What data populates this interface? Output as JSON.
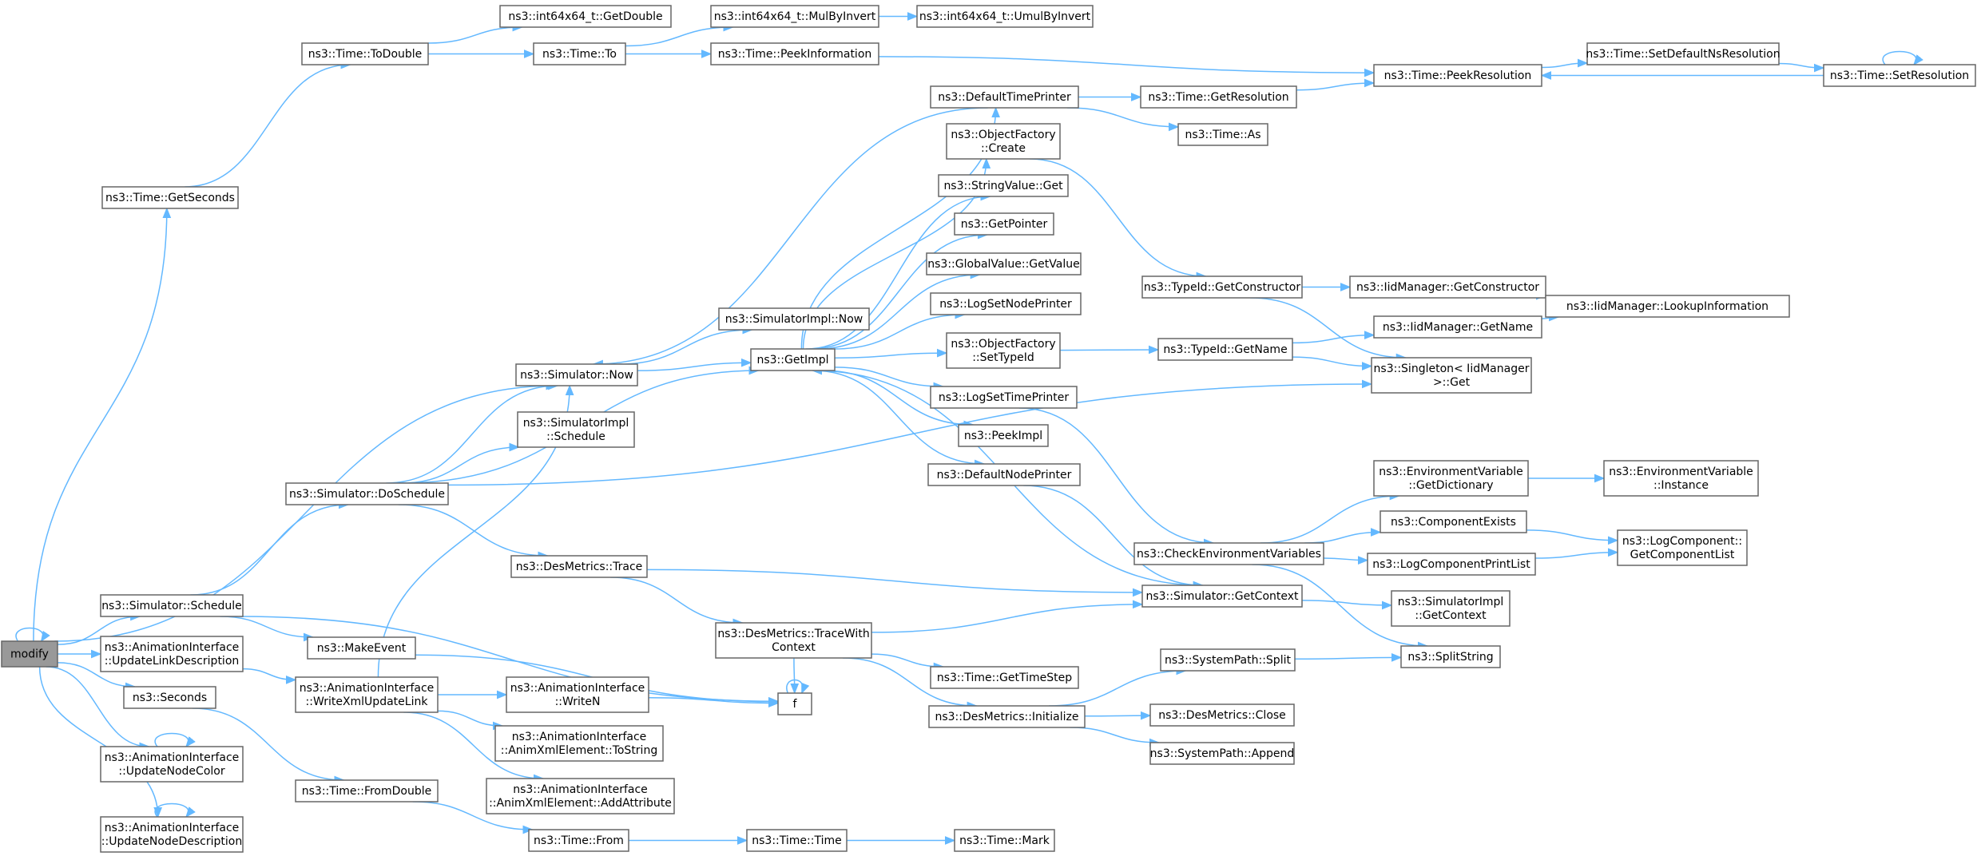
{
  "colors": {
    "edge": "#63b8ff",
    "node_border": "#666666",
    "root_fill": "#999999",
    "node_fill": "#ffffff"
  },
  "nodes": [
    {
      "id": "modify",
      "lines": [
        "modify"
      ],
      "root": true
    },
    {
      "id": "getSeconds",
      "lines": [
        "ns3::Time::GetSeconds"
      ]
    },
    {
      "id": "toDouble",
      "lines": [
        "ns3::Time::ToDouble"
      ]
    },
    {
      "id": "i64GetDouble",
      "lines": [
        "ns3::int64x64_t::GetDouble"
      ]
    },
    {
      "id": "timeTo",
      "lines": [
        "ns3::Time::To"
      ]
    },
    {
      "id": "mulByInvert",
      "lines": [
        "ns3::int64x64_t::MulByInvert"
      ]
    },
    {
      "id": "umulByInvert",
      "lines": [
        "ns3::int64x64_t::UmulByInvert"
      ]
    },
    {
      "id": "peekInformation",
      "lines": [
        "ns3::Time::PeekInformation"
      ]
    },
    {
      "id": "peekResolution",
      "lines": [
        "ns3::Time::PeekResolution"
      ]
    },
    {
      "id": "setDefaultNsRes",
      "lines": [
        "ns3::Time::SetDefaultNsResolution"
      ]
    },
    {
      "id": "setResolution",
      "lines": [
        "ns3::Time::SetResolution"
      ]
    },
    {
      "id": "defaultTimePrinter",
      "lines": [
        "ns3::DefaultTimePrinter"
      ]
    },
    {
      "id": "getResolution",
      "lines": [
        "ns3::Time::GetResolution"
      ]
    },
    {
      "id": "timeAs",
      "lines": [
        "ns3::Time::As"
      ]
    },
    {
      "id": "ofCreate",
      "lines": [
        "ns3::ObjectFactory",
        "::Create"
      ]
    },
    {
      "id": "stringValueGet",
      "lines": [
        "ns3::StringValue::Get"
      ]
    },
    {
      "id": "getPointer",
      "lines": [
        "ns3::GetPointer"
      ]
    },
    {
      "id": "globalValueGet",
      "lines": [
        "ns3::GlobalValue::GetValue"
      ]
    },
    {
      "id": "typeIdGetCtor",
      "lines": [
        "ns3::TypeId::GetConstructor"
      ]
    },
    {
      "id": "iidGetCtor",
      "lines": [
        "ns3::IidManager::GetConstructor"
      ]
    },
    {
      "id": "iidLookup",
      "lines": [
        "ns3::IidManager::LookupInformation"
      ]
    },
    {
      "id": "logSetNodePrinter",
      "lines": [
        "ns3::LogSetNodePrinter"
      ]
    },
    {
      "id": "simImplNow",
      "lines": [
        "ns3::SimulatorImpl::Now"
      ]
    },
    {
      "id": "getImpl",
      "lines": [
        "ns3::GetImpl"
      ]
    },
    {
      "id": "simNow",
      "lines": [
        "ns3::Simulator::Now"
      ]
    },
    {
      "id": "ofSetTypeId",
      "lines": [
        "ns3::ObjectFactory",
        "::SetTypeId"
      ]
    },
    {
      "id": "typeIdGetName",
      "lines": [
        "ns3::TypeId::GetName"
      ]
    },
    {
      "id": "iidGetName",
      "lines": [
        "ns3::IidManager::GetName"
      ]
    },
    {
      "id": "singletonGet",
      "lines": [
        "ns3::Singleton< IidManager",
        " >::Get"
      ]
    },
    {
      "id": "logSetTimePrinter",
      "lines": [
        "ns3::LogSetTimePrinter"
      ]
    },
    {
      "id": "simImplSchedule",
      "lines": [
        "ns3::SimulatorImpl",
        "::Schedule"
      ]
    },
    {
      "id": "peekImpl",
      "lines": [
        "ns3::PeekImpl"
      ]
    },
    {
      "id": "defaultNodePrinter",
      "lines": [
        "ns3::DefaultNodePrinter"
      ]
    },
    {
      "id": "envGetDict",
      "lines": [
        "ns3::EnvironmentVariable",
        "::GetDictionary"
      ]
    },
    {
      "id": "envInstance",
      "lines": [
        "ns3::EnvironmentVariable",
        "::Instance"
      ]
    },
    {
      "id": "simDoSchedule",
      "lines": [
        "ns3::Simulator::DoSchedule"
      ]
    },
    {
      "id": "componentExists",
      "lines": [
        "ns3::ComponentExists"
      ]
    },
    {
      "id": "logCompGetList",
      "lines": [
        "ns3::LogComponent::",
        "GetComponentList"
      ]
    },
    {
      "id": "checkEnvVars",
      "lines": [
        "ns3::CheckEnvironmentVariables"
      ]
    },
    {
      "id": "logCompPrintList",
      "lines": [
        "ns3::LogComponentPrintList"
      ]
    },
    {
      "id": "desTrace",
      "lines": [
        "ns3::DesMetrics::Trace"
      ]
    },
    {
      "id": "simGetContext",
      "lines": [
        "ns3::Simulator::GetContext"
      ]
    },
    {
      "id": "simImplGetContext",
      "lines": [
        "ns3::SimulatorImpl",
        "::GetContext"
      ]
    },
    {
      "id": "simSchedule",
      "lines": [
        "ns3::Simulator::Schedule"
      ]
    },
    {
      "id": "desTraceWithCtx",
      "lines": [
        "ns3::DesMetrics::TraceWith",
        "Context"
      ]
    },
    {
      "id": "makeEvent",
      "lines": [
        "ns3::MakeEvent"
      ]
    },
    {
      "id": "aiUpdateLinkDesc",
      "lines": [
        "ns3::AnimationInterface",
        "::UpdateLinkDescription"
      ]
    },
    {
      "id": "splitString",
      "lines": [
        "ns3::SplitString"
      ]
    },
    {
      "id": "sysPathSplit",
      "lines": [
        "ns3::SystemPath::Split"
      ]
    },
    {
      "id": "getTimeStep",
      "lines": [
        "ns3::Time::GetTimeStep"
      ]
    },
    {
      "id": "aiWriteXmlUpdateLink",
      "lines": [
        "ns3::AnimationInterface",
        "::WriteXmlUpdateLink"
      ]
    },
    {
      "id": "aiWriteN",
      "lines": [
        "ns3::AnimationInterface",
        "::WriteN"
      ]
    },
    {
      "id": "f",
      "lines": [
        "f"
      ]
    },
    {
      "id": "seconds",
      "lines": [
        "ns3::Seconds"
      ]
    },
    {
      "id": "desInitialize",
      "lines": [
        "ns3::DesMetrics::Initialize"
      ]
    },
    {
      "id": "desClose",
      "lines": [
        "ns3::DesMetrics::Close"
      ]
    },
    {
      "id": "aiToString",
      "lines": [
        "ns3::AnimationInterface",
        "::AnimXmlElement::ToString"
      ]
    },
    {
      "id": "sysPathAppend",
      "lines": [
        "ns3::SystemPath::Append"
      ]
    },
    {
      "id": "aiUpdateNodeColor",
      "lines": [
        "ns3::AnimationInterface",
        "::UpdateNodeColor"
      ]
    },
    {
      "id": "fromDouble",
      "lines": [
        "ns3::Time::FromDouble"
      ]
    },
    {
      "id": "aiAddAttribute",
      "lines": [
        "ns3::AnimationInterface",
        "::AnimXmlElement::AddAttribute"
      ]
    },
    {
      "id": "aiUpdateNodeDesc",
      "lines": [
        "ns3::AnimationInterface",
        "::UpdateNodeDescription"
      ]
    },
    {
      "id": "timeFrom",
      "lines": [
        "ns3::Time::From"
      ]
    },
    {
      "id": "timeTime",
      "lines": [
        "ns3::Time::Time"
      ]
    },
    {
      "id": "timeMark",
      "lines": [
        "ns3::Time::Mark"
      ]
    }
  ],
  "edges": [
    [
      "modify",
      "modify"
    ],
    [
      "modify",
      "getSeconds"
    ],
    [
      "modify",
      "simNow"
    ],
    [
      "modify",
      "simSchedule"
    ],
    [
      "modify",
      "aiUpdateLinkDesc"
    ],
    [
      "modify",
      "seconds"
    ],
    [
      "modify",
      "aiUpdateNodeColor"
    ],
    [
      "modify",
      "aiUpdateNodeDesc"
    ],
    [
      "getSeconds",
      "toDouble"
    ],
    [
      "toDouble",
      "i64GetDouble"
    ],
    [
      "toDouble",
      "timeTo"
    ],
    [
      "timeTo",
      "mulByInvert"
    ],
    [
      "timeTo",
      "peekInformation"
    ],
    [
      "mulByInvert",
      "umulByInvert"
    ],
    [
      "peekInformation",
      "peekResolution"
    ],
    [
      "peekResolution",
      "setDefaultNsRes"
    ],
    [
      "setDefaultNsRes",
      "setResolution"
    ],
    [
      "setResolution",
      "peekResolution"
    ],
    [
      "setResolution",
      "setResolution"
    ],
    [
      "simNow",
      "simImplNow"
    ],
    [
      "simNow",
      "getImpl"
    ],
    [
      "getImpl",
      "defaultTimePrinter"
    ],
    [
      "getImpl",
      "ofCreate"
    ],
    [
      "getImpl",
      "stringValueGet"
    ],
    [
      "getImpl",
      "getPointer"
    ],
    [
      "getImpl",
      "globalValueGet"
    ],
    [
      "getImpl",
      "logSetNodePrinter"
    ],
    [
      "getImpl",
      "ofSetTypeId"
    ],
    [
      "getImpl",
      "logSetTimePrinter"
    ],
    [
      "getImpl",
      "peekImpl"
    ],
    [
      "getImpl",
      "defaultNodePrinter"
    ],
    [
      "defaultTimePrinter",
      "simNow"
    ],
    [
      "defaultTimePrinter",
      "getResolution"
    ],
    [
      "defaultTimePrinter",
      "timeAs"
    ],
    [
      "getResolution",
      "peekResolution"
    ],
    [
      "ofCreate",
      "typeIdGetCtor"
    ],
    [
      "typeIdGetCtor",
      "iidGetCtor"
    ],
    [
      "typeIdGetCtor",
      "singletonGet"
    ],
    [
      "iidGetCtor",
      "iidLookup"
    ],
    [
      "ofSetTypeId",
      "typeIdGetName"
    ],
    [
      "typeIdGetName",
      "iidGetName"
    ],
    [
      "typeIdGetName",
      "singletonGet"
    ],
    [
      "iidGetName",
      "iidLookup"
    ],
    [
      "logSetTimePrinter",
      "checkEnvVars"
    ],
    [
      "defaultNodePrinter",
      "simGetContext"
    ],
    [
      "checkEnvVars",
      "envGetDict"
    ],
    [
      "checkEnvVars",
      "componentExists"
    ],
    [
      "checkEnvVars",
      "logCompPrintList"
    ],
    [
      "checkEnvVars",
      "splitString"
    ],
    [
      "envGetDict",
      "envInstance"
    ],
    [
      "componentExists",
      "logCompGetList"
    ],
    [
      "logCompPrintList",
      "logCompGetList"
    ],
    [
      "simGetContext",
      "getImpl"
    ],
    [
      "simGetContext",
      "simImplGetContext"
    ],
    [
      "simSchedule",
      "simDoSchedule"
    ],
    [
      "simSchedule",
      "makeEvent"
    ],
    [
      "simSchedule",
      "f"
    ],
    [
      "simDoSchedule",
      "simNow"
    ],
    [
      "simDoSchedule",
      "simImplSchedule"
    ],
    [
      "simDoSchedule",
      "getImpl"
    ],
    [
      "simDoSchedule",
      "singletonGet"
    ],
    [
      "simDoSchedule",
      "desTrace"
    ],
    [
      "desTrace",
      "simGetContext"
    ],
    [
      "desTrace",
      "desTraceWithCtx"
    ],
    [
      "desTraceWithCtx",
      "simGetContext"
    ],
    [
      "desTraceWithCtx",
      "getTimeStep"
    ],
    [
      "desTraceWithCtx",
      "desInitialize"
    ],
    [
      "desTraceWithCtx",
      "f"
    ],
    [
      "desInitialize",
      "sysPathSplit"
    ],
    [
      "desInitialize",
      "desClose"
    ],
    [
      "desInitialize",
      "sysPathAppend"
    ],
    [
      "sysPathSplit",
      "splitString"
    ],
    [
      "makeEvent",
      "f"
    ],
    [
      "f",
      "f"
    ],
    [
      "aiUpdateLinkDesc",
      "aiWriteXmlUpdateLink"
    ],
    [
      "aiWriteXmlUpdateLink",
      "simNow"
    ],
    [
      "aiWriteXmlUpdateLink",
      "aiWriteN"
    ],
    [
      "aiWriteXmlUpdateLink",
      "aiToString"
    ],
    [
      "aiWriteXmlUpdateLink",
      "aiAddAttribute"
    ],
    [
      "aiWriteN",
      "f"
    ],
    [
      "seconds",
      "fromDouble"
    ],
    [
      "fromDouble",
      "timeFrom"
    ],
    [
      "timeFrom",
      "timeTime"
    ],
    [
      "timeTime",
      "timeMark"
    ],
    [
      "aiUpdateNodeColor",
      "aiUpdateNodeColor"
    ],
    [
      "aiUpdateNodeDesc",
      "aiUpdateNodeDesc"
    ]
  ]
}
